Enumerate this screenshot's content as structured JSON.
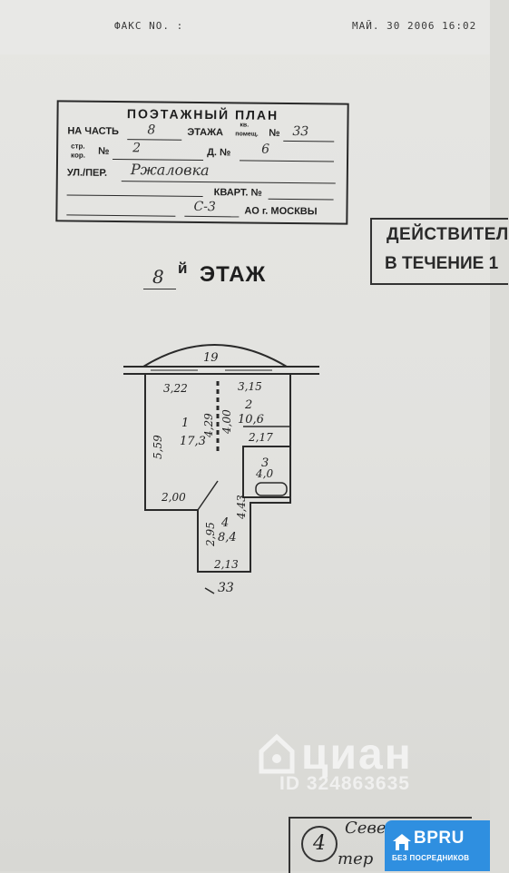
{
  "fax_header": {
    "left": "ФАКС NO. :",
    "right": "МАЙ. 30 2006 16:02"
  },
  "stamp": {
    "title": "ПОЭТАЖНЫЙ ПЛАН",
    "part_label": "НА ЧАСТЬ",
    "part_value": "8",
    "floor_label": "ЭТАЖА",
    "room_label_top": "кв.",
    "room_label_bottom": "помещ.",
    "room_no_label": "№",
    "room_no_value": "33",
    "building_label_top": "стр.",
    "building_label_bottom": "кор.",
    "building_no_label": "№",
    "building_no_value": "2",
    "house_label": "Д. №",
    "house_value": "6",
    "street_label": "УЛ./ПЕР.",
    "street_value": "Ржаловка",
    "apt_label": "КВАРТ. №",
    "district_value": "С-3",
    "district_label": "АО г. МОСКВЫ"
  },
  "right_stamp": {
    "line1": "ДЕЙСТВИТЕЛ",
    "line2": "В ТЕЧЕНИЕ 1"
  },
  "floor_heading": {
    "number": "8",
    "suffix": "й",
    "word": "ЭТАЖ"
  },
  "plan": {
    "balcony": "19",
    "dim_top_left": "3,22",
    "dim_top_right": "3,15",
    "room1_num": "1",
    "room1_area": "17,3",
    "room1_height": "5,59",
    "room1_width": "4,29",
    "room2_num": "2",
    "room2_area": "10,6",
    "room2_depth": "4,00",
    "dim_mid": "2,17",
    "room3_num": "3",
    "room3_area": "4,0",
    "dim_bottom_left": "2,00",
    "room4_num": "4",
    "room4_area": "8,4",
    "room4_height": "2,95",
    "room4_side": "4,43",
    "dim_bottom": "2,13",
    "apt_number": "33"
  },
  "watermark": {
    "brand": "циан",
    "listing_id": "ID 324863635"
  },
  "badge": {
    "title": "BPRU",
    "subtitle": "БЕЗ ПОСРЕДНИКОВ"
  },
  "bottom_stamp": {
    "number": "4",
    "line1": "Северо-Запа",
    "line2": "тер"
  },
  "colors": {
    "paper": "#e4e4e1",
    "ink": "#222222",
    "badge_blue": "#2f8fe0"
  }
}
